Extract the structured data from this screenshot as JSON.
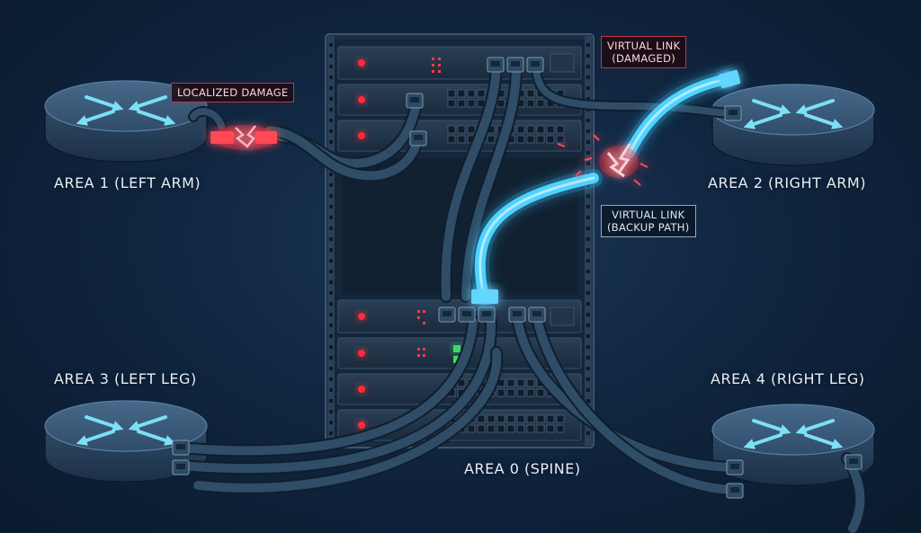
{
  "labels": {
    "area1": "AREA 1 (LEFT ARM)",
    "area2": "AREA 2 (RIGHT ARM)",
    "area3": "AREA 3 (LEFT LEG)",
    "area4": "AREA 4 (RIGHT LEG)",
    "area0": "AREA 0 (SPINE)"
  },
  "callouts": {
    "localized_damage": "LOCALIZED DAMAGE",
    "virtual_link_damaged": [
      "VIRTUAL LINK",
      "(DAMAGED)"
    ],
    "virtual_link_backup": [
      "VIRTUAL LINK",
      "(BACKUP PATH)"
    ]
  },
  "icons": {
    "router": "router-icon",
    "rack": "server-rack-icon",
    "cable": "network-cable-icon",
    "spark": "spark-icon"
  },
  "colors": {
    "background": "#102640",
    "router_body": "#2b4660",
    "router_top": "#3a5876",
    "arrow": "#7ce0f5",
    "rack_frame": "#2c4258",
    "rack_unit": "#1e3044",
    "cable": "#2f4d66",
    "cable_edge": "#0e1e2e",
    "damage": "#ff3344",
    "virtual_link": "#3ec8ff",
    "status_led": "#ff2a3a",
    "port_led": "#3dd968"
  }
}
